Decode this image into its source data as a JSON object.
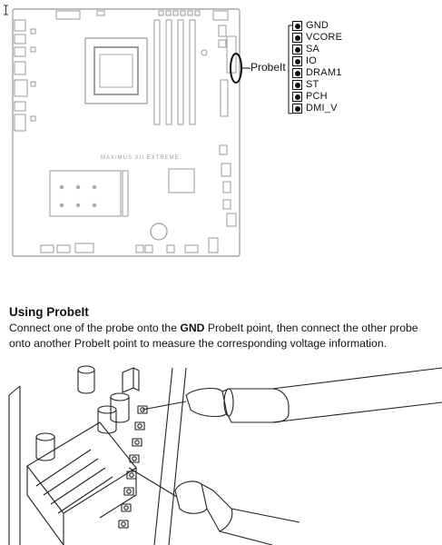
{
  "diagram": {
    "board_silkscreen": "MAXIMUS XII EXTREME",
    "callout_label": "ProbeIt",
    "probe_points": [
      "GND",
      "VCORE",
      "SA",
      "IO",
      "DRAM1",
      "ST",
      "PCH",
      "DMI_V"
    ]
  },
  "section": {
    "heading": "Using ProbeIt",
    "instruction_part1": "Connect one of the probe onto the ",
    "instruction_bold": "GND",
    "instruction_part2": " ProbeIt point, then connect the other probe onto another ProbeIt point to measure the corresponding voltage information."
  }
}
